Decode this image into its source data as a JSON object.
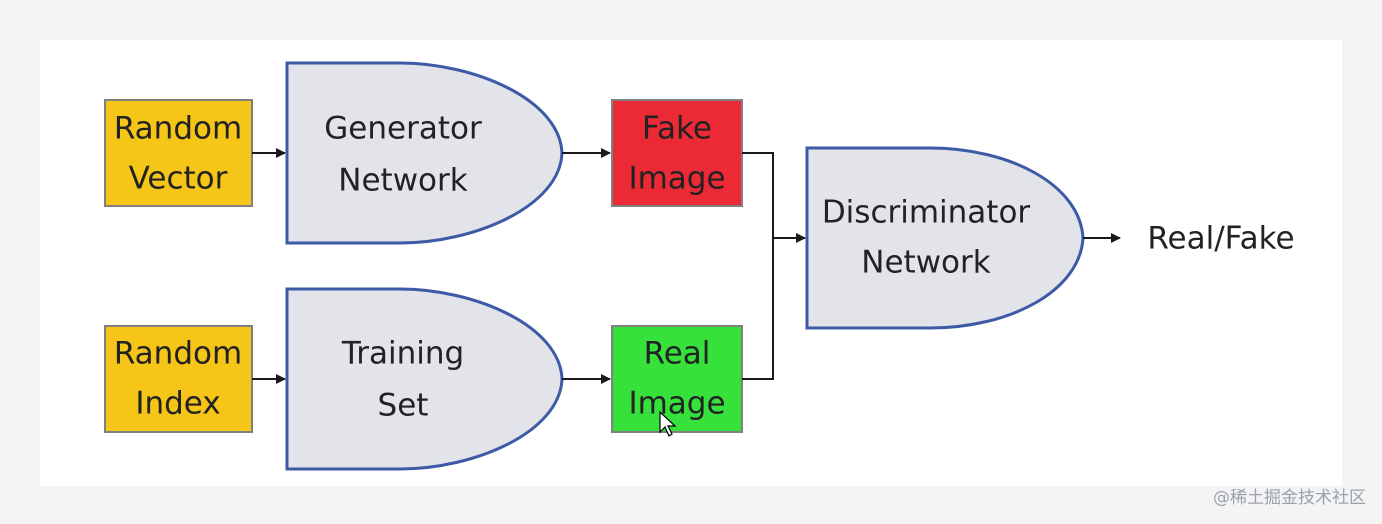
{
  "nodes": {
    "random_vector": {
      "lines": [
        "Random",
        "Vector"
      ],
      "fill": "#f5c518"
    },
    "generator": {
      "lines": [
        "Generator",
        "Network"
      ],
      "fill": "#e3e3ea"
    },
    "fake_image": {
      "lines": [
        "Fake",
        "Image"
      ],
      "fill": "#ec2a35"
    },
    "random_index": {
      "lines": [
        "Random",
        "Index"
      ],
      "fill": "#f5c518"
    },
    "training_set": {
      "lines": [
        "Training",
        "Set"
      ],
      "fill": "#e3e3ea"
    },
    "real_image": {
      "lines": [
        "Real",
        "Image"
      ],
      "fill": "#35e13a"
    },
    "discriminator": {
      "lines": [
        "Discriminator",
        "Network"
      ],
      "fill": "#e3e3ea"
    }
  },
  "output_label": "Real/Fake",
  "watermark": "@稀土掘金技术社区",
  "colors": {
    "gate_stroke": "#3c5aa6",
    "box_stroke": "#808080",
    "arrow": "#1a1a1a"
  }
}
